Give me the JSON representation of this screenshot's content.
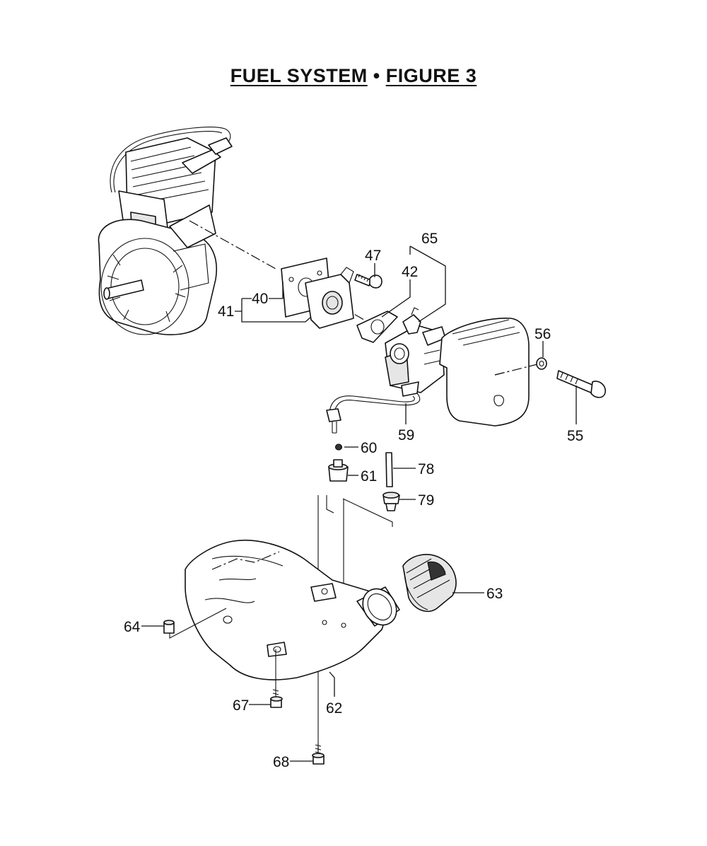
{
  "title": {
    "left": "FUEL SYSTEM",
    "separator": "•",
    "right": "FIGURE 3"
  },
  "parts": {
    "p40": "40",
    "p41": "41",
    "p42": "42",
    "p47": "47",
    "p55": "55",
    "p56": "56",
    "p59": "59",
    "p60": "60",
    "p61": "61",
    "p62": "62",
    "p63": "63",
    "p64": "64",
    "p65": "65",
    "p67": "67",
    "p68": "68",
    "p78": "78",
    "p79": "79"
  }
}
